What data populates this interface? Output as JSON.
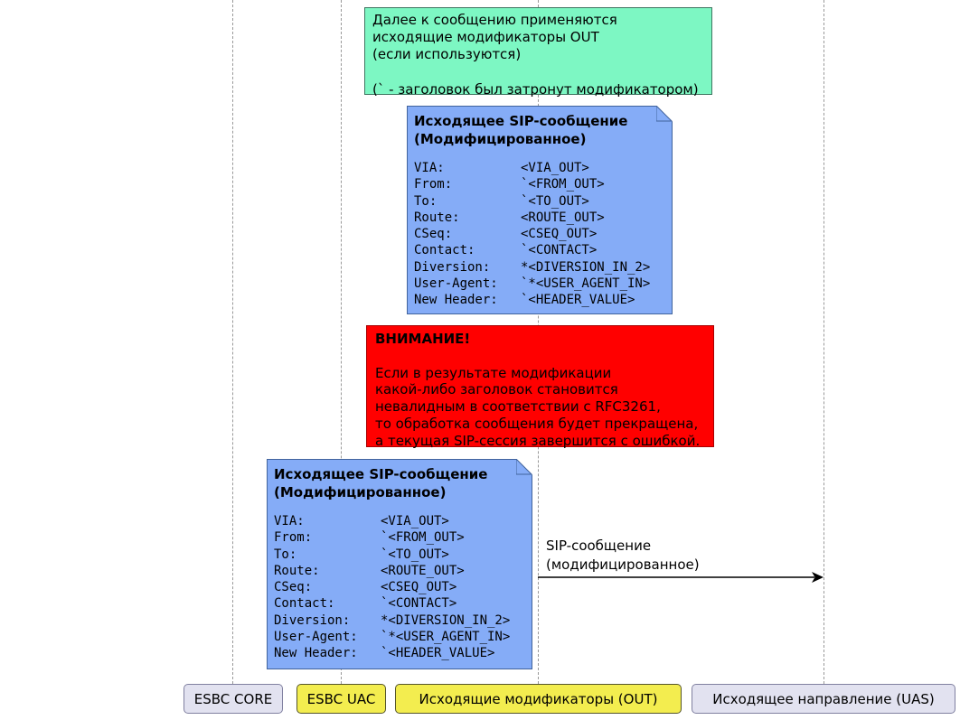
{
  "colors": {
    "note_green_fill": "#7DF7C3",
    "note_green_border": "#3E7560",
    "note_blue_fill": "#85ACF7",
    "note_blue_border": "#41639C",
    "note_red_fill": "#FF0000",
    "note_red_border": "#A80000",
    "participant_lavender_fill": "#E2E2F0",
    "participant_lavender_border": "#8080A0",
    "participant_yellow_fill": "#F3ED4F",
    "participant_yellow_border": "#55552A",
    "lifeline": "#999999",
    "arrow": "#000000"
  },
  "green_note": {
    "lines": [
      "Далее к сообщению применяются",
      "исходящие модификаторы OUT",
      "(если используются)",
      "",
      "(` - заголовок был затронут модификатором)"
    ]
  },
  "sip_note": {
    "title_lines": [
      "Исходящее SIP-сообщение",
      "(Модифицированное)"
    ],
    "body_lines": [
      "VIA:          <VIA_OUT>",
      "From:         `<FROM_OUT>",
      "To:           `<TO_OUT>",
      "Route:        <ROUTE_OUT>",
      "CSeq:         <CSEQ_OUT>",
      "Contact:      `<CONTACT>",
      "Diversion:    *<DIVERSION_IN_2>",
      "User-Agent:   `*<USER_AGENT_IN>",
      "New Header:   `<HEADER_VALUE>"
    ]
  },
  "warning_note": {
    "title": "ВНИМАНИЕ!",
    "lines": [
      "Если в результате модификации",
      "какой-либо заголовок становится",
      "невалидным в соответствии с RFC3261,",
      "то обработка сообщения будет прекращена,",
      "а текущая SIP-сессия завершится с ошибкой."
    ]
  },
  "message_arrow": {
    "label_lines": [
      "SIP-сообщение",
      "(модифицированное)"
    ]
  },
  "participants": [
    {
      "label": "ESBC CORE",
      "fill": "#E2E2F0",
      "border": "#8080A0"
    },
    {
      "label": "ESBC UAC",
      "fill": "#F3ED4F",
      "border": "#55552A"
    },
    {
      "label": "Исходящие модификаторы (OUT)",
      "fill": "#F3ED4F",
      "border": "#55552A"
    },
    {
      "label": "Исходящее направление (UAS)",
      "fill": "#E2E2F0",
      "border": "#8080A0"
    }
  ]
}
